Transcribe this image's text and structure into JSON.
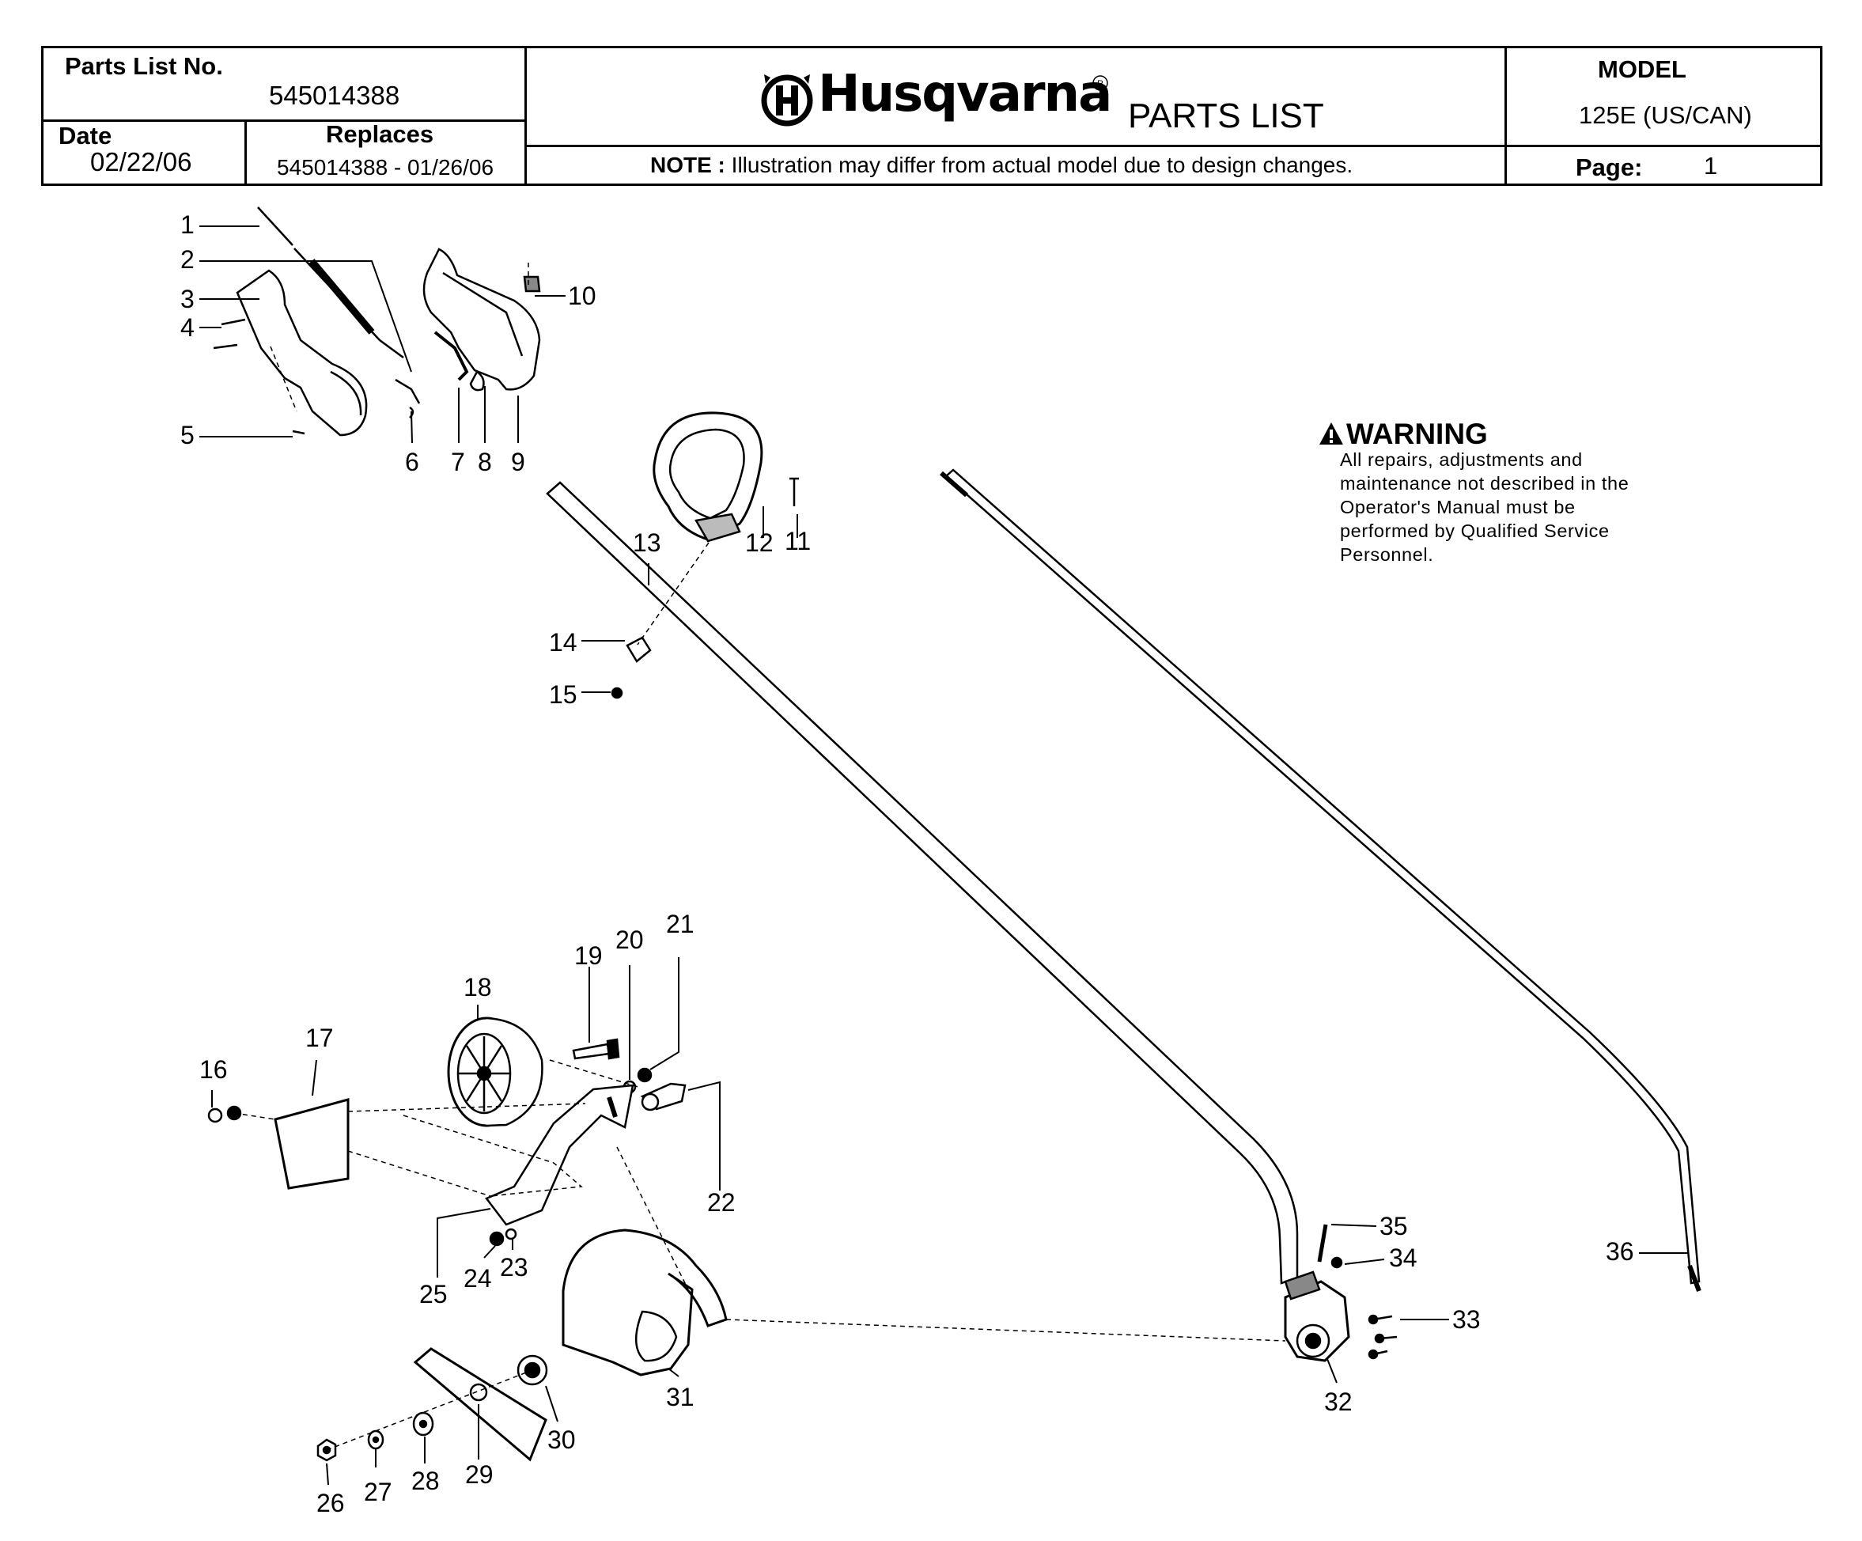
{
  "header": {
    "parts_list_no_label": "Parts List No.",
    "parts_list_no_value": "545014388",
    "date_label": "Date",
    "date_value": "02/22/06",
    "replaces_label": "Replaces",
    "replaces_value": "545014388 - 01/26/06",
    "brand": "Husqvarna",
    "registered_mark": "R",
    "title": "PARTS LIST",
    "note_label": "NOTE :",
    "note_text": "Illustration may differ from actual model due to design changes.",
    "model_label": "MODEL",
    "model_value": "125E (US/CAN)",
    "page_label": "Page:",
    "page_value": "1"
  },
  "warning": {
    "title": "WARNING",
    "body": "All repairs, adjustments and maintenance not described in the Operator's Manual must be performed by Qualified Service Personnel."
  },
  "callouts": [
    "1",
    "2",
    "3",
    "4",
    "5",
    "6",
    "7",
    "8",
    "9",
    "10",
    "11",
    "12",
    "13",
    "14",
    "15",
    "16",
    "17",
    "18",
    "19",
    "20",
    "21",
    "22",
    "23",
    "24",
    "25",
    "26",
    "27",
    "28",
    "29",
    "30",
    "31",
    "32",
    "33",
    "34",
    "35",
    "36"
  ],
  "colors": {
    "ink": "#000000",
    "paper": "#ffffff",
    "part_fill": "#d8d8d8",
    "part_dark": "#6a6a6a"
  }
}
